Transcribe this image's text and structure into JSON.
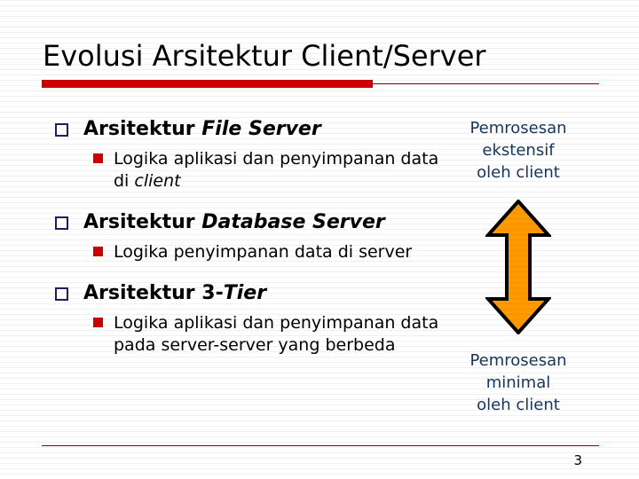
{
  "slide": {
    "title": "Evolusi Arsitektur Client/Server",
    "page_number": "3",
    "colors": {
      "title_bar_red": "#CC0000",
      "title_rule_red": "#7E0000",
      "bullet_square_navy": "#1F1F5C",
      "bullet_square_red": "#CC0000",
      "side_text_navy": "#17365D",
      "arrow_fill_orange": "#FF9900",
      "arrow_outline": "#000000",
      "background": "#FFFFFF"
    }
  },
  "bullets": [
    {
      "bullet_icon": "hollow-square-bullet",
      "heading_plain": "Arsitektur ",
      "heading_italic": "File Server",
      "sub": {
        "bullet_icon": "filled-square-bullet",
        "text_plain_1": "Logika aplikasi dan penyimpanan data di ",
        "text_italic": "client",
        "text_plain_2": ""
      }
    },
    {
      "bullet_icon": "hollow-square-bullet",
      "heading_plain": "Arsitektur ",
      "heading_italic": "Database Server",
      "sub": {
        "bullet_icon": "filled-square-bullet",
        "text_plain_1": "Logika penyimpanan data di server",
        "text_italic": "",
        "text_plain_2": ""
      }
    },
    {
      "bullet_icon": "hollow-square-bullet",
      "heading_plain": "Arsitektur 3-",
      "heading_italic": "Tier",
      "sub": {
        "bullet_icon": "filled-square-bullet",
        "text_plain_1": "Logika aplikasi dan penyimpanan data pada server-server yang berbeda",
        "text_italic": "",
        "text_plain_2": ""
      }
    }
  ],
  "side": {
    "top": {
      "line1": "Pemrosesan",
      "line2": "ekstensif",
      "line3": "oleh client"
    },
    "bottom": {
      "line1": "Pemrosesan",
      "line2": "minimal",
      "line3": "oleh client"
    },
    "arrow_icon": "double-headed-vertical-arrow-icon"
  },
  "footer": {
    "page_number": "3"
  }
}
